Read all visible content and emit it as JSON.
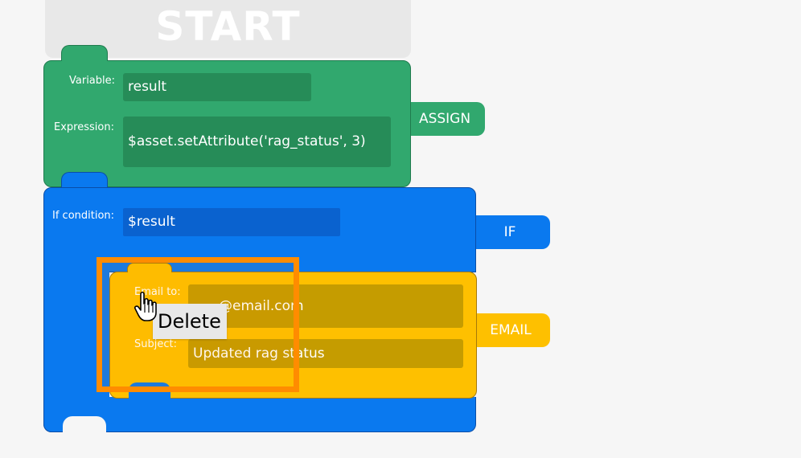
{
  "start_block": {
    "label": "START"
  },
  "assign_block": {
    "side_label": "ASSIGN",
    "variable_label": "Variable:",
    "variable_value": "result",
    "expression_label": "Expression:",
    "expression_value": "$asset.setAttribute('rag_status', 3)"
  },
  "if_block": {
    "side_label": "IF",
    "condition_label": "If condition:",
    "condition_value": "$result"
  },
  "email_block": {
    "side_label": "EMAIL",
    "email_to_label": "Email to:",
    "email_to_value_visible": "@email.com",
    "subject_label": "Subject:",
    "subject_value": "Updated rag status"
  },
  "context_menu": {
    "items": [
      "Delete"
    ]
  },
  "colors": {
    "background": "#f6f6f6",
    "start": "#e8e8e8",
    "assign": "#31a86e",
    "if": "#0a79ef",
    "email": "#fec000",
    "drop_frame": "#ff8c00"
  },
  "icons": {
    "cursor": "hand-pointer-icon"
  }
}
